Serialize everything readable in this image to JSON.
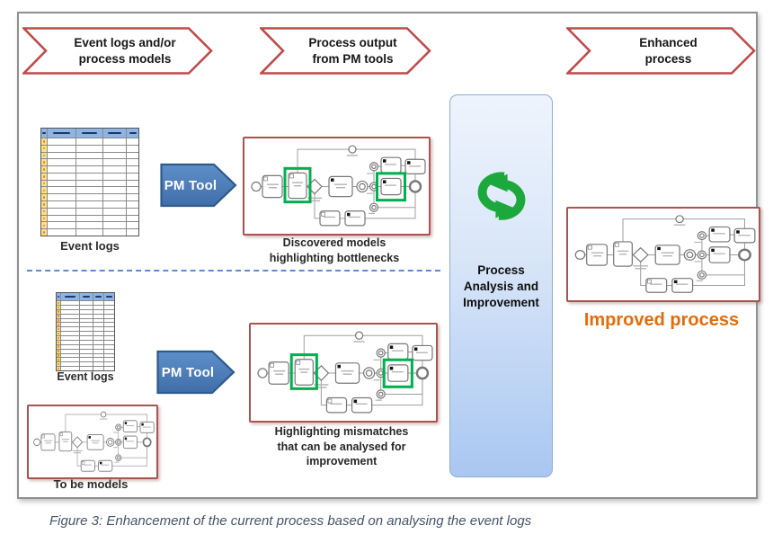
{
  "banners": {
    "left": {
      "label": "Event logs and/or\nprocess models"
    },
    "middle": {
      "label": "Process output\nfrom PM tools"
    },
    "right": {
      "label": "Enhanced\nprocess"
    }
  },
  "pm_tools": {
    "top_label": "PM Tool",
    "bottom_label": "PM Tool"
  },
  "event_logs": {
    "top_label": "Event logs",
    "bottom_label": "Event logs"
  },
  "models": {
    "to_be_label": "To be models",
    "discovered_caption": "Discovered models\nhighlighting bottlenecks",
    "mismatch_caption": "Highlighting mismatches\nthat can be analysed for\nimprovement",
    "improved_label": "Improved process"
  },
  "analysis_panel": {
    "label": "Process\nAnalysis and\nImprovement",
    "icon": "recycle-arrows-icon"
  },
  "figure_caption": "Figure 3: Enhancement of the current process based on analysing the event logs",
  "colors": {
    "banner_border": "#c04a4a",
    "pm_tool_fill": "#4f81bd",
    "pm_tool_border": "#2f5a8c",
    "model_box_border": "#a85451",
    "highlight_green": "#00b050",
    "recycle_green": "#1ca83c",
    "panel_top": "#eef4fd",
    "panel_bottom": "#a9c7f1",
    "panel_border": "#8eadd3",
    "table_header_blue": "#8db4e2",
    "table_yellow": "#ffdf8c",
    "dashed_divider_blue": "#5b8bd0",
    "improved_orange": "#e36c0a",
    "caption_color": "#44546a"
  }
}
